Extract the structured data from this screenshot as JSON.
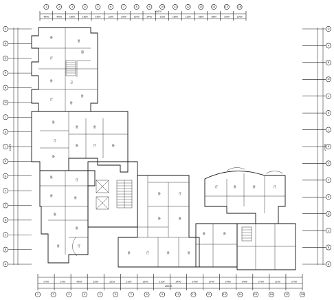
{
  "drawing": {
    "top_labels": [
      "4500",
      "4500",
      "1800",
      "1800",
      "3300",
      "1200",
      "3300",
      "1500",
      "2400",
      "1200",
      "1800",
      "1200",
      "1800",
      "1800",
      "3300",
      "2000"
    ],
    "top_total": "20670",
    "bottom_labels": [
      "1700",
      "1700",
      "4500",
      "2200",
      "2250",
      "2100",
      "1200",
      "2100",
      "2400",
      "2400",
      "2700",
      "2400",
      "2400",
      "2700",
      "2100",
      "2700"
    ],
    "bottom_total": "28970",
    "left_axis": [
      "A",
      "B",
      "C",
      "D",
      "E",
      "F",
      "G",
      "H",
      "J",
      "K",
      "L",
      "M",
      "N",
      "P",
      "Q",
      "R",
      "S"
    ],
    "right_axis": [
      "A",
      "B",
      "C",
      "D",
      "E",
      "F",
      "G",
      "H",
      "J",
      "K",
      "L",
      "M",
      "N",
      "P",
      "Q"
    ],
    "top_axis": [
      "1",
      "2",
      "3",
      "4",
      "5",
      "6",
      "7",
      "8",
      "9",
      "10",
      "11",
      "12",
      "13",
      "14",
      "15",
      "16"
    ],
    "bottom_axis": [
      "1",
      "2",
      "3",
      "4",
      "5",
      "6",
      "7",
      "8",
      "9",
      "10",
      "11",
      "12",
      "13",
      "14",
      "15",
      "16",
      "17",
      "18"
    ],
    "side_dim_left": "13470",
    "side_dim_right": "27540",
    "room_labels": [
      "卧",
      "卧",
      "厅",
      "厨",
      "卫",
      "卧",
      "卧",
      "厅",
      "卧",
      "卧",
      "厅",
      "卧",
      "卧",
      "卧",
      "厅",
      "卧",
      "卧",
      "卧",
      "厅",
      "卧",
      "卧",
      "卧",
      "卧",
      "厅",
      "卧",
      "卧",
      "厅",
      "卧",
      "卧",
      "卧",
      "厅",
      "卧",
      "卧",
      "卧",
      "卧",
      "厅",
      "卧",
      "卧",
      "厅"
    ]
  }
}
